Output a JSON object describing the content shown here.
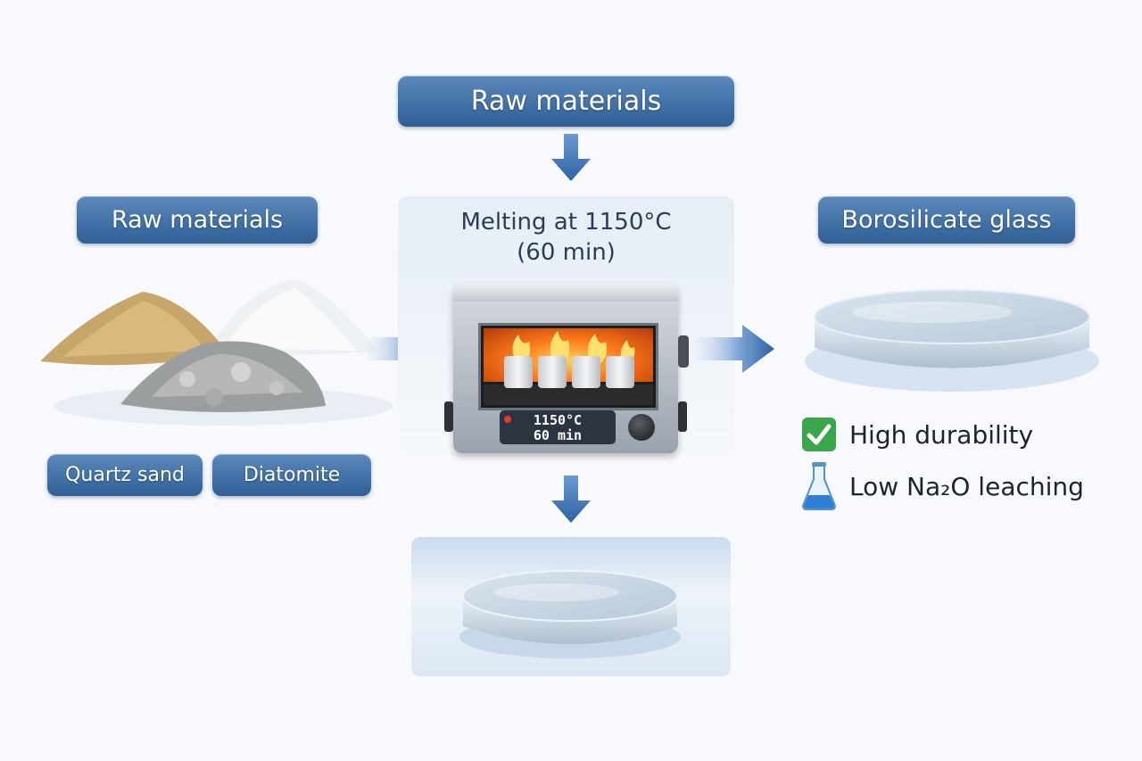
{
  "top_box": {
    "label": "Raw materials"
  },
  "left": {
    "header": "Raw materials",
    "materials": [
      {
        "label": "Quartz sand"
      },
      {
        "label": "Diatomite"
      }
    ]
  },
  "furnace": {
    "caption_line1": "Melting at 1150°C",
    "caption_line2": "(60 min)",
    "display_line1": "1150°C",
    "display_line2": "60 min",
    "flame_color": "#ff7a1a"
  },
  "right": {
    "header": "Borosilicate glass",
    "properties": [
      {
        "icon": "checkmark-icon",
        "label": "High durability"
      },
      {
        "icon": "flask-icon",
        "label": "Low Na₂O leaching"
      }
    ]
  },
  "colors": {
    "pill": "#3d6ea5",
    "arrow": "#3f74b5",
    "check_green": "#3aa54a"
  }
}
